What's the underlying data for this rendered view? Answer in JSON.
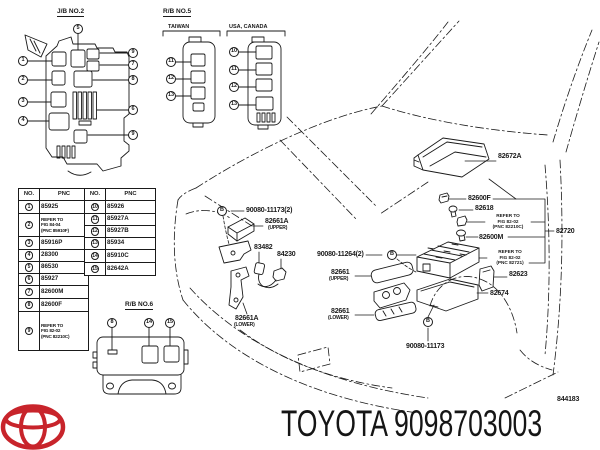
{
  "panels": {
    "jb2": {
      "title": "J/B NO.2"
    },
    "rb5": {
      "title": "R/B NO.5",
      "regions": [
        "TAIWAN",
        "USA, CANADA"
      ]
    },
    "rb6": {
      "title": "R/B NO.6"
    }
  },
  "callouts": {
    "jb2_left": [
      "1",
      "2",
      "3",
      "4"
    ],
    "jb2_top": "5",
    "jb2_right": [
      "9",
      "7",
      "8",
      "6",
      "9"
    ],
    "taiwan": [
      "11",
      "12",
      "13"
    ],
    "usa": [
      "10",
      "11",
      "12",
      "13"
    ],
    "rb6": [
      "8",
      "14",
      "15"
    ],
    "bolt": "B"
  },
  "table": {
    "headers": {
      "no": "NO.",
      "pnc": "PNC"
    },
    "left_rows": [
      {
        "no": "1",
        "pnc": "85925"
      },
      {
        "no": "2",
        "pnc": "REFER TO\nFIG 84-04\n(PNC 85910F)"
      },
      {
        "no": "3",
        "pnc": "85916P"
      },
      {
        "no": "4",
        "pnc": "28300"
      },
      {
        "no": "5",
        "pnc": "86530"
      },
      {
        "no": "6",
        "pnc": "85927"
      },
      {
        "no": "7",
        "pnc": "82600M"
      },
      {
        "no": "8",
        "pnc": "82600F"
      },
      {
        "no": "9",
        "pnc": "REFER TO\nFIG 82-02\n(PNC 82210C)"
      }
    ],
    "right_rows": [
      {
        "no": "10",
        "pnc": "85926"
      },
      {
        "no": "11",
        "pnc": "85927A"
      },
      {
        "no": "12",
        "pnc": "85927B"
      },
      {
        "no": "13",
        "pnc": "85934"
      },
      {
        "no": "14",
        "pnc": "85910C"
      },
      {
        "no": "15",
        "pnc": "82642A"
      }
    ]
  },
  "labels": {
    "p82672a": "82672A",
    "p82600f": "82600F",
    "p82618": "82618",
    "refer_82210c": "REFER TO\nFIG 82-02\n(PNC 82210C)",
    "p82600m": "82600M",
    "p82720": "82720",
    "refer_82721": "REFER TO\nFIG 82-02\n(PNC 82721)",
    "p82623": "82623",
    "p82674": "82674",
    "p90080_11173_2": "90080-11173(2)",
    "p90080_11173": "90080-11173",
    "p90080_11264": "90080-11264(2)",
    "p82661a": "82661A",
    "p82661": "82661",
    "upper": "(UPPER)",
    "lower": "(LOWER)",
    "p83482": "83482",
    "p84230": "84230",
    "drawing_no": "844183"
  },
  "footer": {
    "brand_text": "TOYOTA 9098703003"
  },
  "colors": {
    "line": "#1a1a1a",
    "logo_red": "#c8242b",
    "background": "#ffffff"
  }
}
